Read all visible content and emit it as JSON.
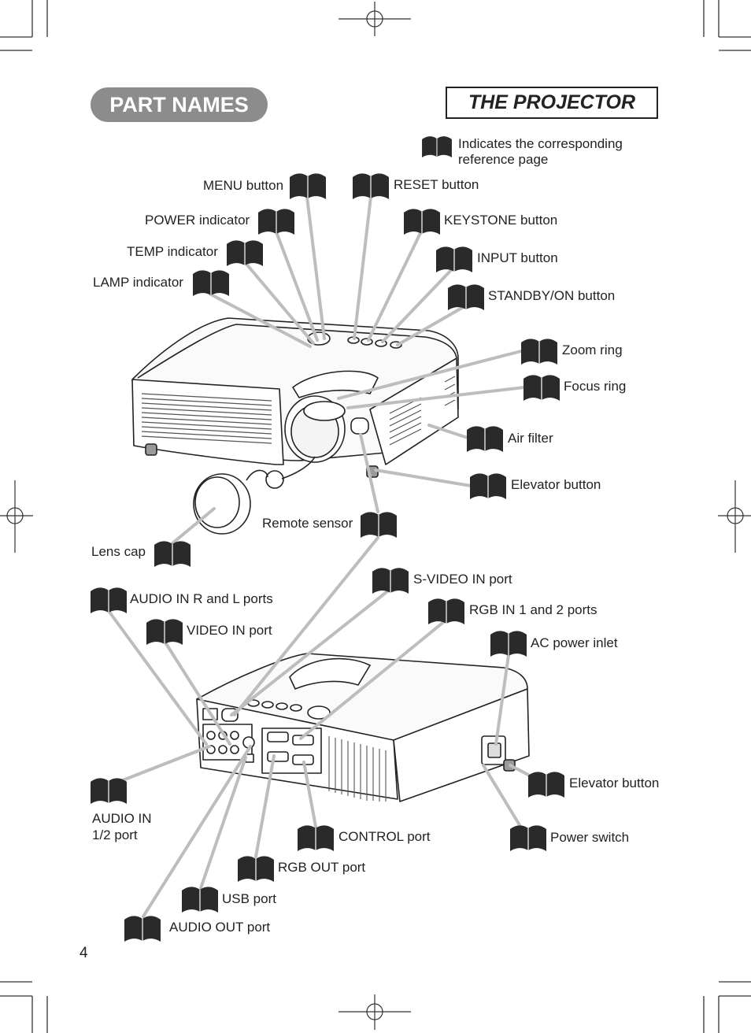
{
  "header": {
    "section_title": "PART NAMES",
    "subsection_title": "THE PROJECTOR"
  },
  "legend": {
    "line1": "Indicates the corresponding",
    "line2": "reference page"
  },
  "parts_top": {
    "menu_button": "MENU button",
    "power_indicator": "POWER indicator",
    "temp_indicator": "TEMP indicator",
    "lamp_indicator": "LAMP indicator",
    "reset_button": "RESET button",
    "keystone_button": "KEYSTONE button",
    "input_button": "INPUT button",
    "standby_button": "STANDBY/ON button",
    "zoom_ring": "Zoom ring",
    "focus_ring": "Focus ring",
    "air_filter": "Air filter",
    "elevator_button": "Elevator button",
    "remote_sensor": "Remote sensor",
    "lens_cap": "Lens cap"
  },
  "parts_rear": {
    "audio_in_rl": "AUDIO IN R and L ports",
    "video_in": "VIDEO IN port",
    "svideo_in": "S-VIDEO IN port",
    "rgb_in": "RGB IN 1 and 2 ports",
    "ac_inlet": "AC power inlet",
    "elevator_button": "Elevator button",
    "audio_in_12_line1": "AUDIO IN",
    "audio_in_12_line2": "1/2 port",
    "control_port": "CONTROL port",
    "power_switch": "Power switch",
    "rgb_out": "RGB OUT port",
    "usb_port": "USB port",
    "audio_out": "AUDIO OUT port"
  },
  "page_number": "4",
  "colors": {
    "pill": "#8c8c8c",
    "book_icon": "#2a2a2a",
    "leader_line": "#bdbdbd"
  },
  "icons": [
    "book-icon",
    "crop-mark-icon",
    "registration-mark-icon"
  ]
}
